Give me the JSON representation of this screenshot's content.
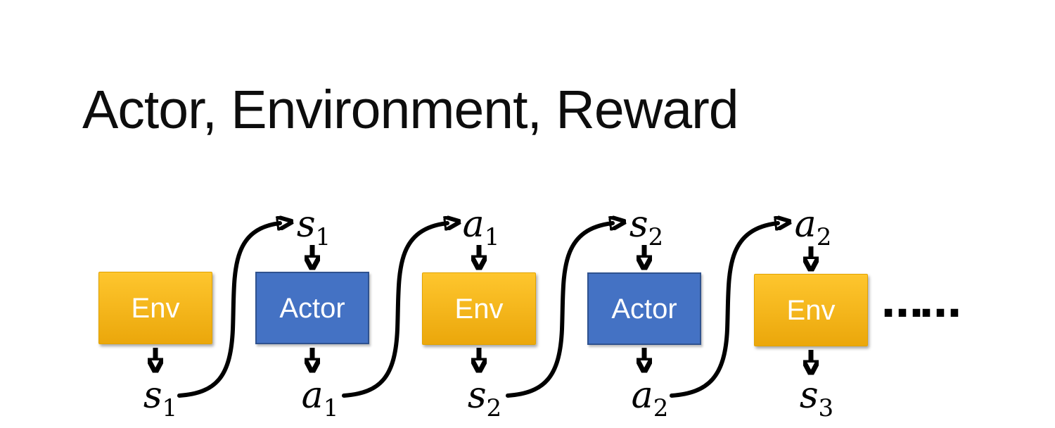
{
  "slide": {
    "title": "Actor, Environment, Reward",
    "ellipsis": "……"
  },
  "diagram": {
    "boxes": [
      {
        "label": "Env",
        "kind": "env"
      },
      {
        "label": "Actor",
        "kind": "actor"
      },
      {
        "label": "Env",
        "kind": "env"
      },
      {
        "label": "Actor",
        "kind": "actor"
      },
      {
        "label": "Env",
        "kind": "env"
      }
    ],
    "top_labels": [
      {
        "var": "s",
        "sub": "1"
      },
      {
        "var": "a",
        "sub": "1"
      },
      {
        "var": "s",
        "sub": "2"
      },
      {
        "var": "a",
        "sub": "2"
      }
    ],
    "bottom_labels": [
      {
        "var": "s",
        "sub": "1"
      },
      {
        "var": "a",
        "sub": "1"
      },
      {
        "var": "s",
        "sub": "2"
      },
      {
        "var": "a",
        "sub": "2"
      },
      {
        "var": "s",
        "sub": "3"
      }
    ],
    "colors": {
      "title_text": "#0d0d0d",
      "env_gradient_top": "#FEC62E",
      "env_gradient_bottom": "#EBA70B",
      "actor_fill": "#4472C4",
      "actor_border": "#2F528F",
      "box_text": "#FFFFFF",
      "arrow": "#000000"
    }
  }
}
